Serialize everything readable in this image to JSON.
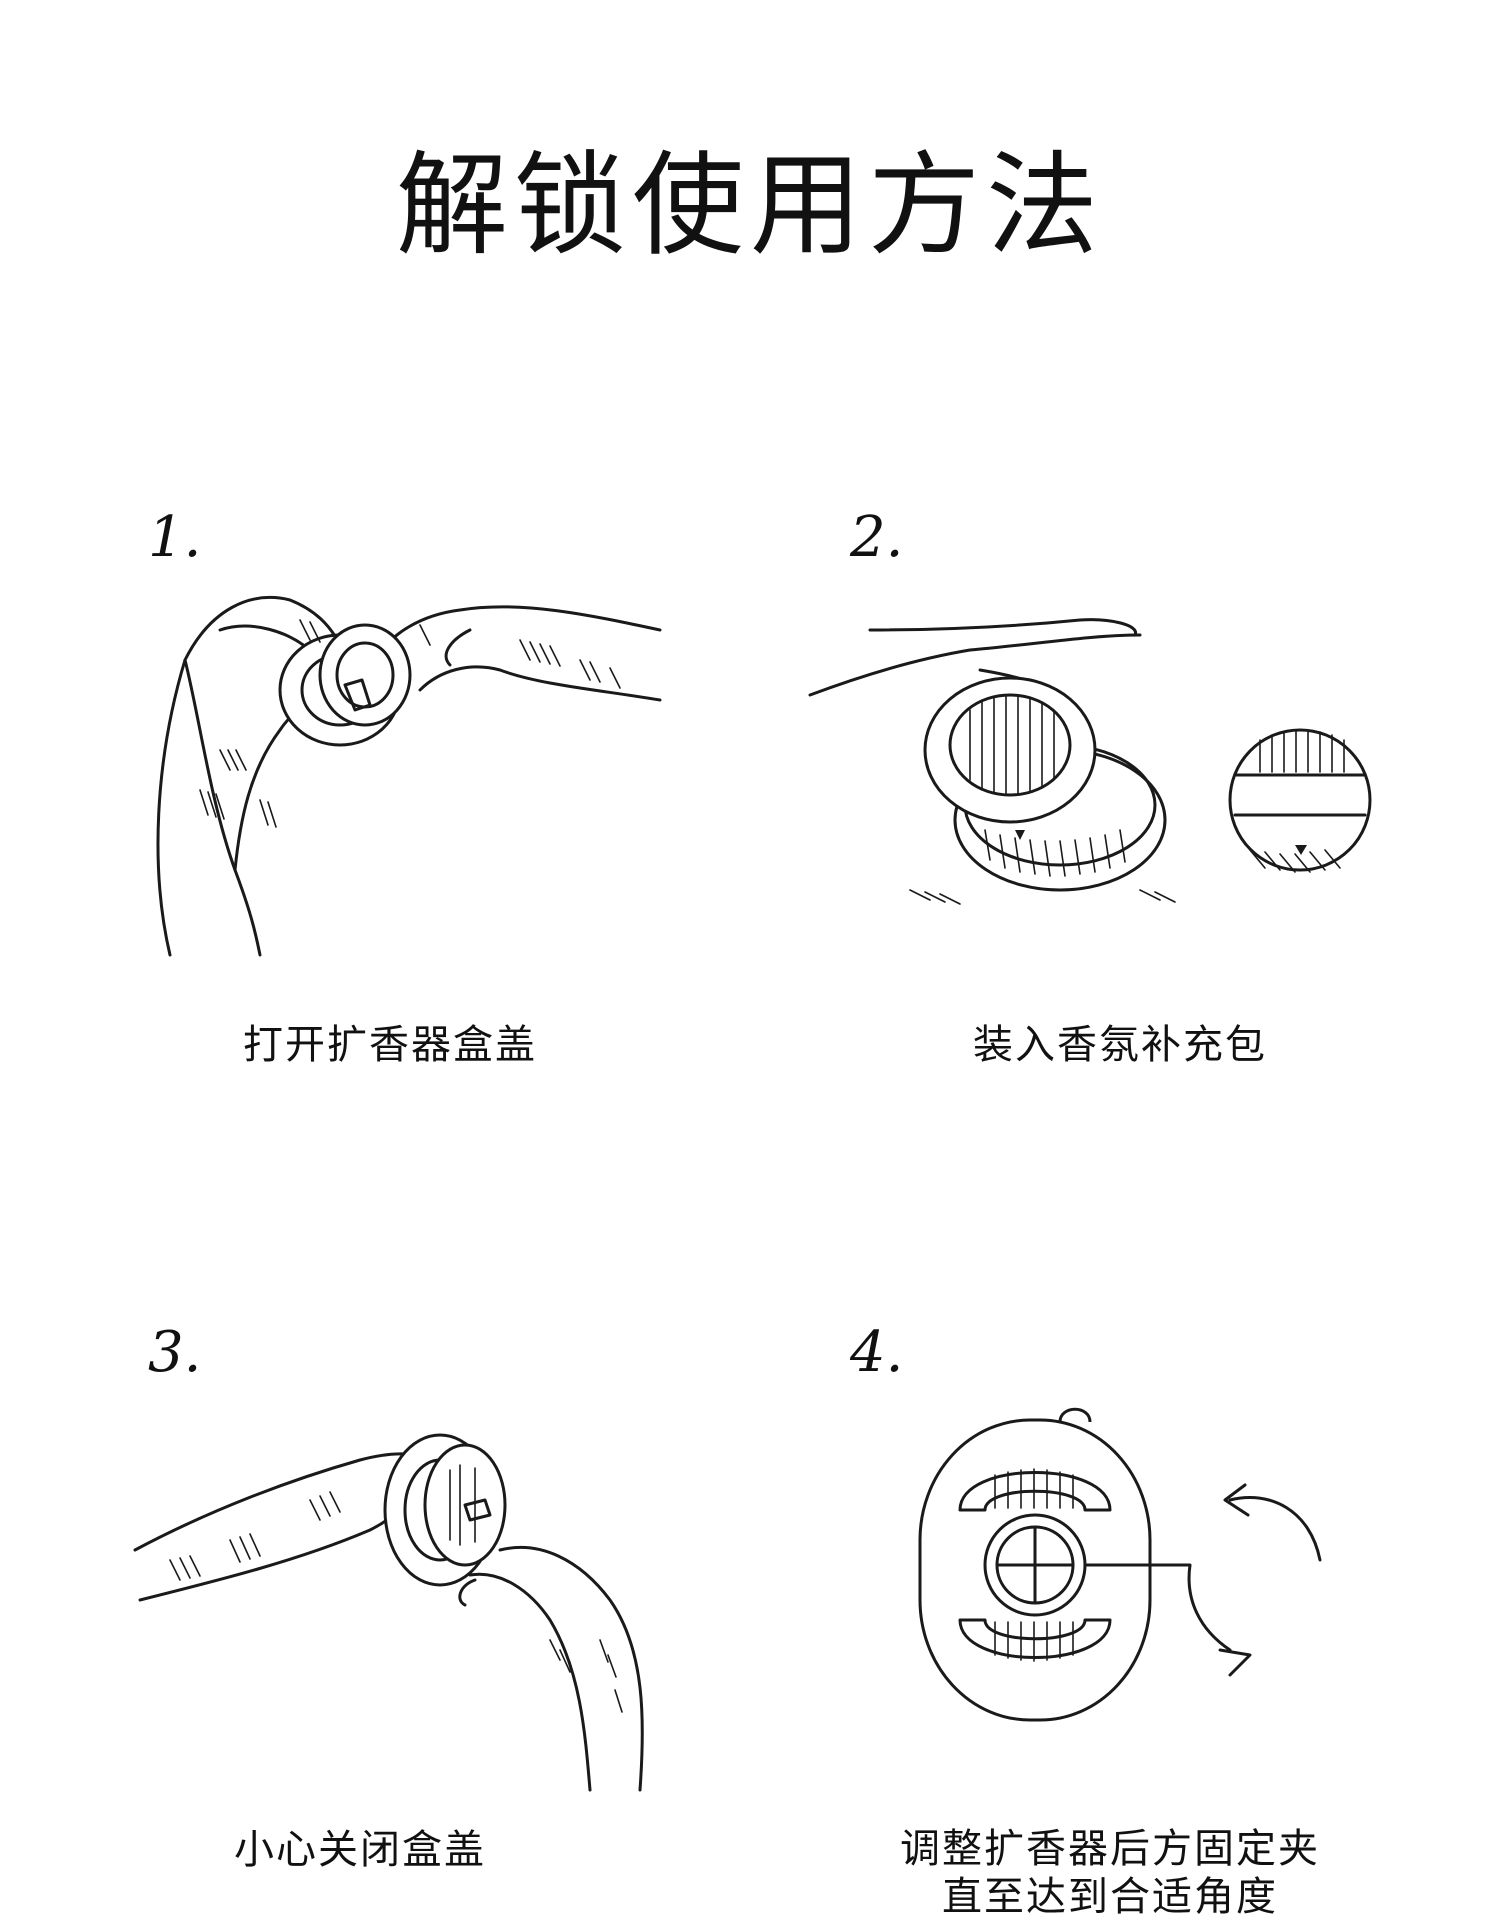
{
  "title": "解锁使用方法",
  "steps": [
    {
      "number": "1.",
      "caption": "打开扩香器盒盖",
      "illustration": "hands-opening-lid-icon"
    },
    {
      "number": "2.",
      "caption": "装入香氛补充包",
      "illustration": "insert-refill-icon"
    },
    {
      "number": "3.",
      "caption": "小心关闭盒盖",
      "illustration": "hands-closing-lid-icon"
    },
    {
      "number": "4.",
      "caption": "调整扩香器后方固定夹\n直至达到合适角度",
      "illustration": "rotate-clip-icon"
    }
  ],
  "colors": {
    "background": "#ffffff",
    "ink": "#111111"
  }
}
